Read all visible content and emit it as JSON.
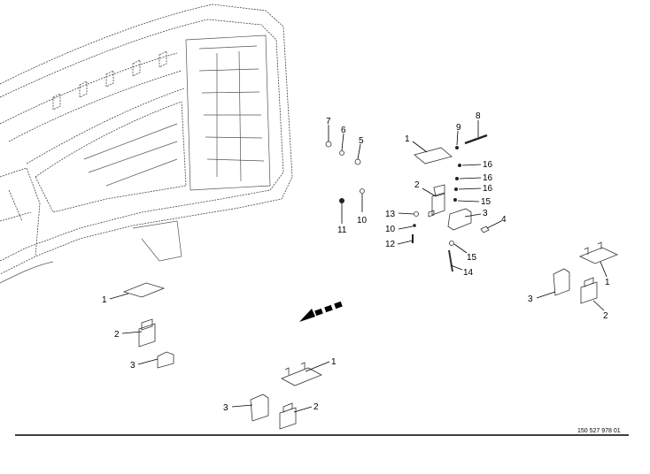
{
  "drawing_number": "150 527 978 01",
  "callouts": {
    "c7": "7",
    "c6": "6",
    "c5": "5",
    "c11": "11",
    "c10a": "10",
    "c1a": "1",
    "c9": "9",
    "c8": "8",
    "c16a": "16",
    "c16b": "16",
    "c16c": "16",
    "c15a": "15",
    "c2a": "2",
    "c3a": "3",
    "c4": "4",
    "c13": "13",
    "c10b": "10",
    "c12": "12",
    "c15b": "15",
    "c14": "14",
    "left1": "1",
    "left2": "2",
    "left3": "3",
    "bot1": "1",
    "bot2": "2",
    "bot3": "3",
    "right1": "1",
    "right2": "2",
    "right3": "3"
  }
}
